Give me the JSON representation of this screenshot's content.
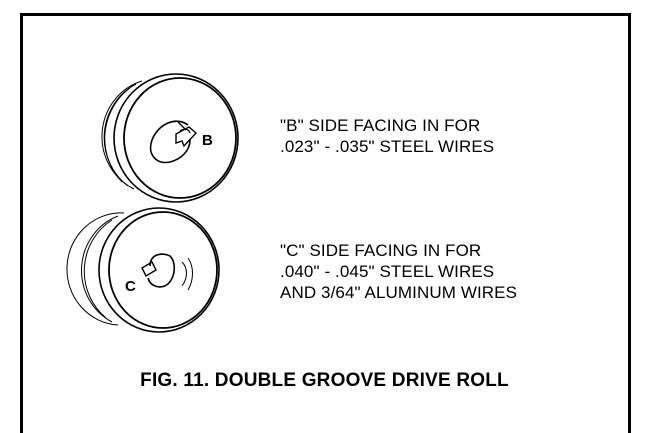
{
  "roll_b": {
    "side_letter": "B",
    "description_lines": [
      "\"B\" SIDE FACING IN FOR",
      ".023\" - .035\" STEEL WIRES"
    ]
  },
  "roll_c": {
    "side_letter": "C",
    "description_lines": [
      "\"C\" SIDE FACING IN FOR",
      ".040\" - .045\" STEEL WIRES",
      "AND 3/64\" ALUMINUM WIRES"
    ]
  },
  "caption": "FIG. 11. DOUBLE GROOVE DRIVE ROLL"
}
